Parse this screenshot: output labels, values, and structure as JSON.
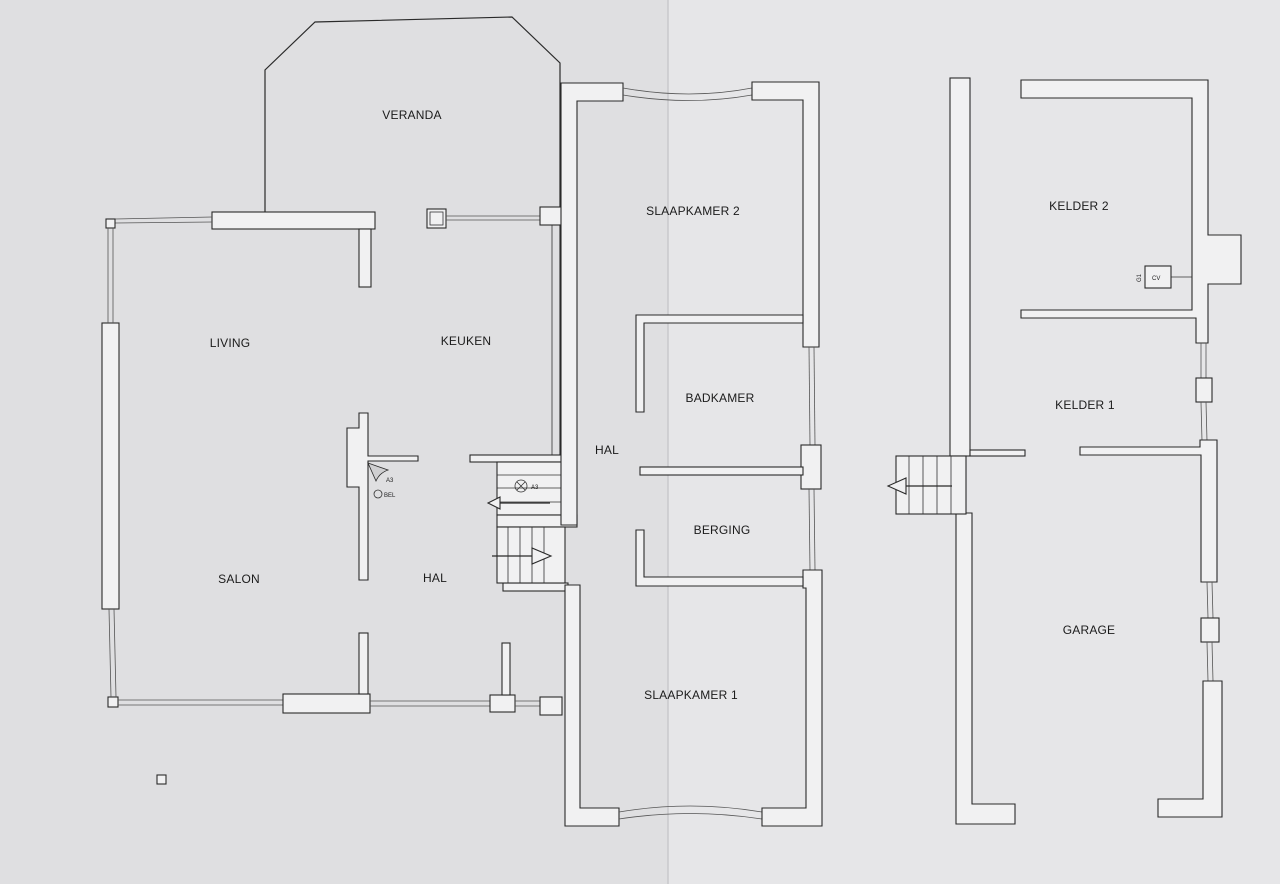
{
  "rooms": {
    "veranda": "VERANDA",
    "living": "LIVING",
    "keuken": "KEUKEN",
    "salon": "SALON",
    "hal_ground": "HAL",
    "hal_upper": "HAL",
    "slaapkamer_2": "SLAAPKAMER 2",
    "badkamer": "BADKAMER",
    "berging": "BERGING",
    "slaapkamer_1": "SLAAPKAMER 1",
    "kelder_2": "KELDER 2",
    "kelder_1": "KELDER 1",
    "garage": "GARAGE"
  },
  "symbols": {
    "a3_top": "A3",
    "a3_bottom": "A3",
    "bel": "BEL",
    "cv": "CV",
    "g1": "G1"
  },
  "colors": {
    "paper": "#e2e2e4",
    "ink": "#2a2a2a"
  }
}
